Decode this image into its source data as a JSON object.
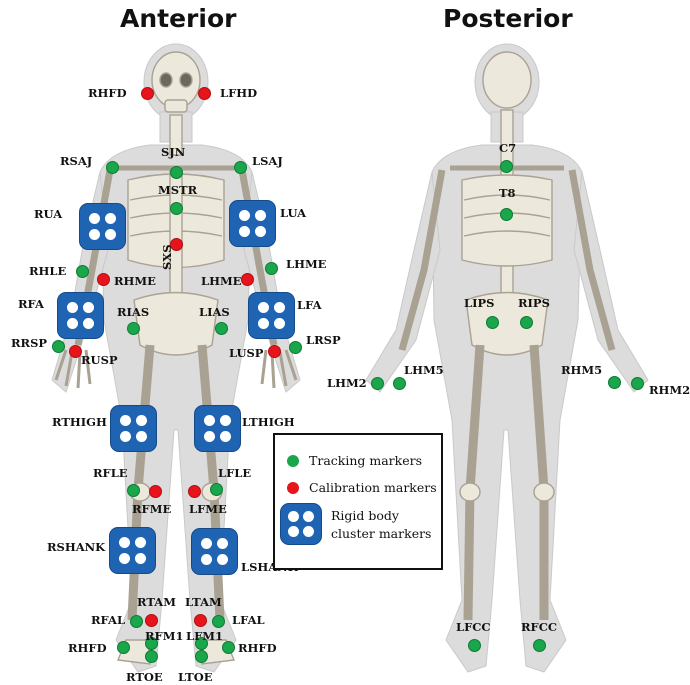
{
  "titles": {
    "anterior": "Anterior",
    "posterior": "Posterior"
  },
  "legend": {
    "tracking": "Tracking markers",
    "calibration": "Calibration markers",
    "rigid_line1": "Rigid body",
    "rigid_line2": "cluster markers"
  },
  "colors": {
    "tracking": "#1aa64a",
    "calibration": "#e8141c",
    "cluster": "#1f64b3",
    "bone": "#e9e4d8",
    "silhouette": "#dcdcdc"
  },
  "labels": {
    "rhfd_head": "RHFD",
    "lfhd": "LFHD",
    "sjn": "SJN",
    "rsaj": "RSAJ",
    "lsaj": "LSAJ",
    "mstr": "MSTR",
    "rua": "RUA",
    "lua": "LUA",
    "sxs": "SXS",
    "rhle": "RHLE",
    "rhme": "RHME",
    "lhme": "LHME",
    "lhme2": "LHME",
    "rfa": "RFA",
    "lfa": "LFA",
    "rias": "RIAS",
    "lias": "LIAS",
    "rrsp": "RRSP",
    "rusp": "RUSP",
    "lusp": "LUSP",
    "lrsp": "LRSP",
    "rthigh": "RTHIGH",
    "lthigh": "LTHIGH",
    "rfle": "RFLE",
    "lfle": "LFLE",
    "rfme": "RFME",
    "lfme": "LFME",
    "rshank": "RSHANK",
    "lshank": "LSHANK",
    "rtam": "RTAM",
    "ltam": "LTAM",
    "rfal": "RFAL",
    "lfal": "LFAL",
    "rfm1": "RFM1",
    "lfm1": "LFM1",
    "rhfd_foot": "RHFD",
    "rhfd_foot2": "RHFD",
    "rtoe": "RTOE",
    "ltoe": "LTOE",
    "c7": "C7",
    "t8": "T8",
    "lips": "LIPS",
    "rips": "RIPS",
    "lhm5": "LHM5",
    "lhm2": "LHM2",
    "rhm5": "RHM5",
    "rhm2": "RHM2",
    "lfcc": "LFCC",
    "rfcc": "RFCC"
  }
}
